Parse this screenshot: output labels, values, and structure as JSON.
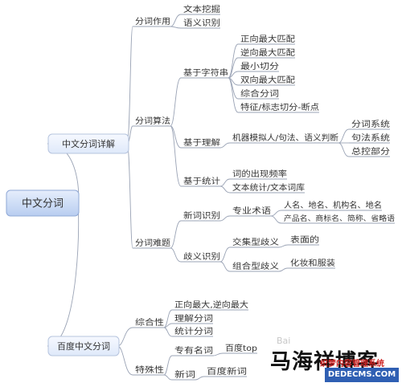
{
  "root": {
    "label": "中文分词"
  },
  "n_xiangjie": {
    "label": "中文分词详解"
  },
  "n_zuoyong": {
    "label": "分词作用"
  },
  "l_wenben": {
    "label": "文本挖掘"
  },
  "l_yuyi": {
    "label": "语义识别"
  },
  "n_suanfa": {
    "label": "分词算法"
  },
  "n_zifuchuan": {
    "label": "基于字符串"
  },
  "l_zhengxiang": {
    "label": "正向最大匹配"
  },
  "l_nixiang": {
    "label": "逆向最大匹配"
  },
  "l_zuixiao": {
    "label": "最小切分"
  },
  "l_shuangxiang": {
    "label": "双向最大匹配"
  },
  "l_zonghe": {
    "label": "综合分词"
  },
  "l_tezheng": {
    "label": "特征/标志切分-断点"
  },
  "n_lijie": {
    "label": "基于理解"
  },
  "n_jiqi": {
    "label": "机器模拟人/句法、语义判断"
  },
  "l_fenci_xt": {
    "label": "分词系统"
  },
  "l_jufa_xt": {
    "label": "句法系统"
  },
  "l_zongkong": {
    "label": "总控部分"
  },
  "n_tongji": {
    "label": "基于统计"
  },
  "l_pinlv": {
    "label": "词的出现频率"
  },
  "l_wenbentj": {
    "label": "文本统计/文本词库"
  },
  "n_nandian": {
    "label": "分词难题"
  },
  "n_xinci": {
    "label": "新词识别"
  },
  "n_zhuanye": {
    "label": "专业术语"
  },
  "l_renming": {
    "label": "人名、地名、机构名、地名"
  },
  "l_chanpin": {
    "label": "产品名、商标名、简称、省略语"
  },
  "n_qiyi": {
    "label": "歧义识别"
  },
  "n_jiaoji": {
    "label": "交集型歧义"
  },
  "l_biaomian": {
    "label": "表面的"
  },
  "n_zuhe": {
    "label": "组合型歧义"
  },
  "l_huazhuang": {
    "label": "化妆和服装"
  },
  "n_baidu": {
    "label": "百度中文分词"
  },
  "n_zonghexing": {
    "label": "综合性"
  },
  "l_zxzd": {
    "label": "正向最大,逆向最大"
  },
  "l_lijiefc": {
    "label": "理解分词"
  },
  "l_tongjifc": {
    "label": "统计分词"
  },
  "n_teshu": {
    "label": "特殊性"
  },
  "n_zhuanyou": {
    "label": "专有名词"
  },
  "l_baidutop": {
    "label": "百度top"
  },
  "n_xinci2": {
    "label": "新词"
  },
  "l_baiduxc": {
    "label": "百度新词"
  },
  "watermark": {
    "logo": "马海祥博客",
    "sub": "织梦内容管理系统",
    "site": "DEDECMS.COM",
    "bai": "Bai"
  }
}
